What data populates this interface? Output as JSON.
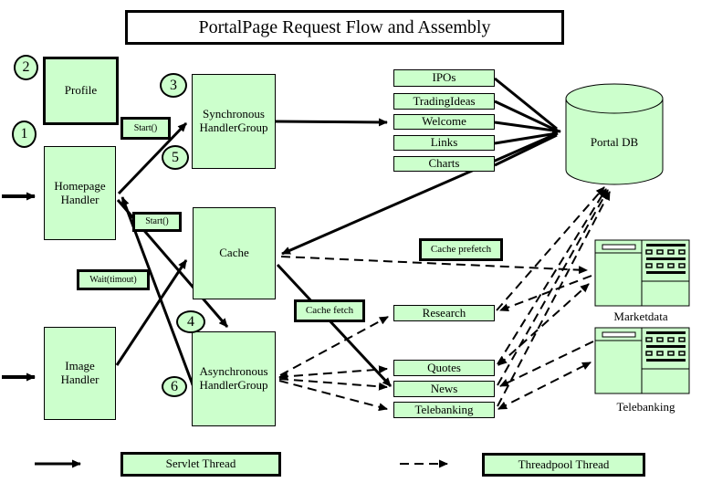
{
  "title": "PortalPage Request Flow and Assembly",
  "colors": {
    "node_fill": "#ccffcc",
    "line": "#000000",
    "background": "#ffffff"
  },
  "steps": {
    "s1": "1",
    "s2": "2",
    "s3": "3",
    "s4": "4",
    "s5": "5",
    "s6": "6"
  },
  "nodes": {
    "profile": {
      "label": "Profile"
    },
    "homepage_handler": {
      "label": "Homepage Handler"
    },
    "image_handler": {
      "label": "Image Handler"
    },
    "synchronous_handler_group": {
      "label": "Synchronous HandlerGroup"
    },
    "asynchronous_handler_group": {
      "label": "Asynchronous HandlerGroup"
    },
    "cache": {
      "label": "Cache"
    },
    "portal_db": {
      "label": "Portal DB"
    }
  },
  "sync_content": [
    {
      "label": "IPOs"
    },
    {
      "label": "TradingIdeas"
    },
    {
      "label": "Welcome"
    },
    {
      "label": "Links"
    },
    {
      "label": "Charts"
    }
  ],
  "async_content": [
    {
      "label": "Research"
    },
    {
      "label": "Quotes"
    },
    {
      "label": "News"
    },
    {
      "label": "Telebanking"
    }
  ],
  "call_labels": {
    "start_sync": "Start()",
    "start_async": "Start()",
    "wait": "Wait(timout)",
    "cache_fetch": "Cache fetch",
    "cache_prefetch": "Cache prefetch"
  },
  "servers": [
    {
      "label": "Marketdata"
    },
    {
      "label": "Telebanking"
    }
  ],
  "legend": {
    "servlet": {
      "style": "solid",
      "label": "Servlet Thread"
    },
    "threadpool": {
      "style": "dashed",
      "label": "Threadpool Thread"
    }
  }
}
